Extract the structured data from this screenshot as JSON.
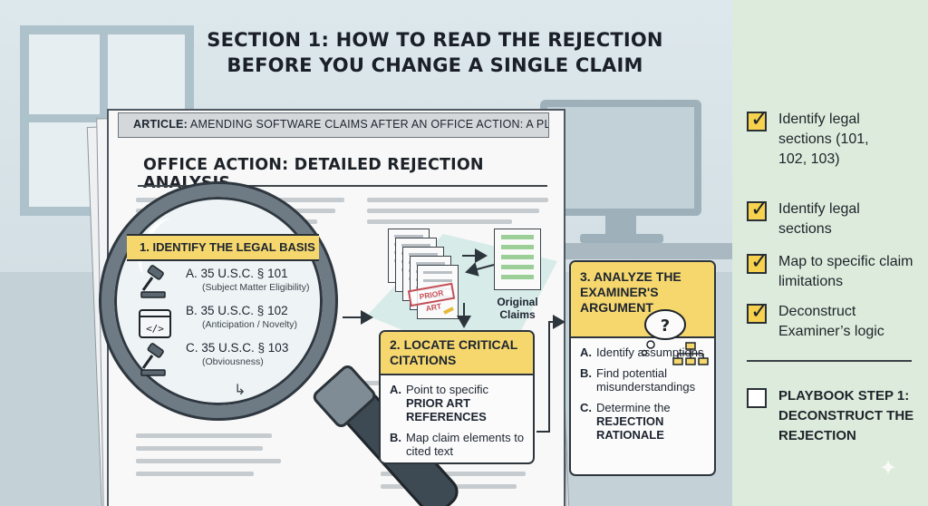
{
  "title": {
    "line1": "SECTION 1: HOW TO READ THE REJECTION",
    "line2": "BEFORE YOU CHANGE A SINGLE CLAIM"
  },
  "article_bar": {
    "prefix": "ARTICLE:",
    "text": "AMENDING SOFTWARE CLAIMS AFTER AN OFFICE ACTION: A PLAYBOOK"
  },
  "office_action_heading": "OFFICE ACTION: DETAILED REJECTION ANALYSIS",
  "step1": {
    "heading": "1. IDENTIFY THE LEGAL BASIS",
    "items": [
      {
        "key": "A.",
        "label": "35 U.S.C. § 101",
        "sub": "(Subject Matter Eligibility)",
        "icon": "gavel-icon"
      },
      {
        "key": "B.",
        "label": "35 U.S.C. § 102",
        "sub": "(Anticipation / Novelty)",
        "icon": "code-window-icon"
      },
      {
        "key": "C.",
        "label": "35 U.S.C. § 103",
        "sub": "(Obviousness)",
        "icon": "gavel-icon"
      }
    ]
  },
  "prior_art_stamp": "PRIOR ART",
  "original_claims_label": "Original\nClaims",
  "step2": {
    "heading": "2. LOCATE CRITICAL CITATIONS",
    "items": [
      {
        "key": "A.",
        "text": "Point to specific",
        "bold": "PRIOR ART REFERENCES"
      },
      {
        "key": "B.",
        "text": "Map claim elements to cited text",
        "bold": ""
      }
    ]
  },
  "step3": {
    "heading": "3. ANALYZE THE EXAMINER'S ARGUMENT",
    "items": [
      {
        "key": "A.",
        "text": "Identify assumptions",
        "bold": ""
      },
      {
        "key": "B.",
        "text": "Find potential misunderstandings",
        "bold": ""
      },
      {
        "key": "C.",
        "text": "Determine the",
        "bold": "REJECTION RATIONALE"
      }
    ]
  },
  "checklist": [
    {
      "text": "Identify legal sections (101, 102, 103)",
      "checked": true
    },
    {
      "text": "Identify legal sections",
      "checked": true
    },
    {
      "text": "Map to specific claim limitations",
      "checked": true
    },
    {
      "text": "Deconstruct Examiner’s logic",
      "checked": true
    }
  ],
  "playbook_step": {
    "text": "PLAYBOOK STEP 1: DECONSTRUCT THE REJECTION",
    "checked": false
  },
  "colors": {
    "highlight": "#f5d76e",
    "panel": "#dcebdb",
    "stamp": "#c35058"
  }
}
